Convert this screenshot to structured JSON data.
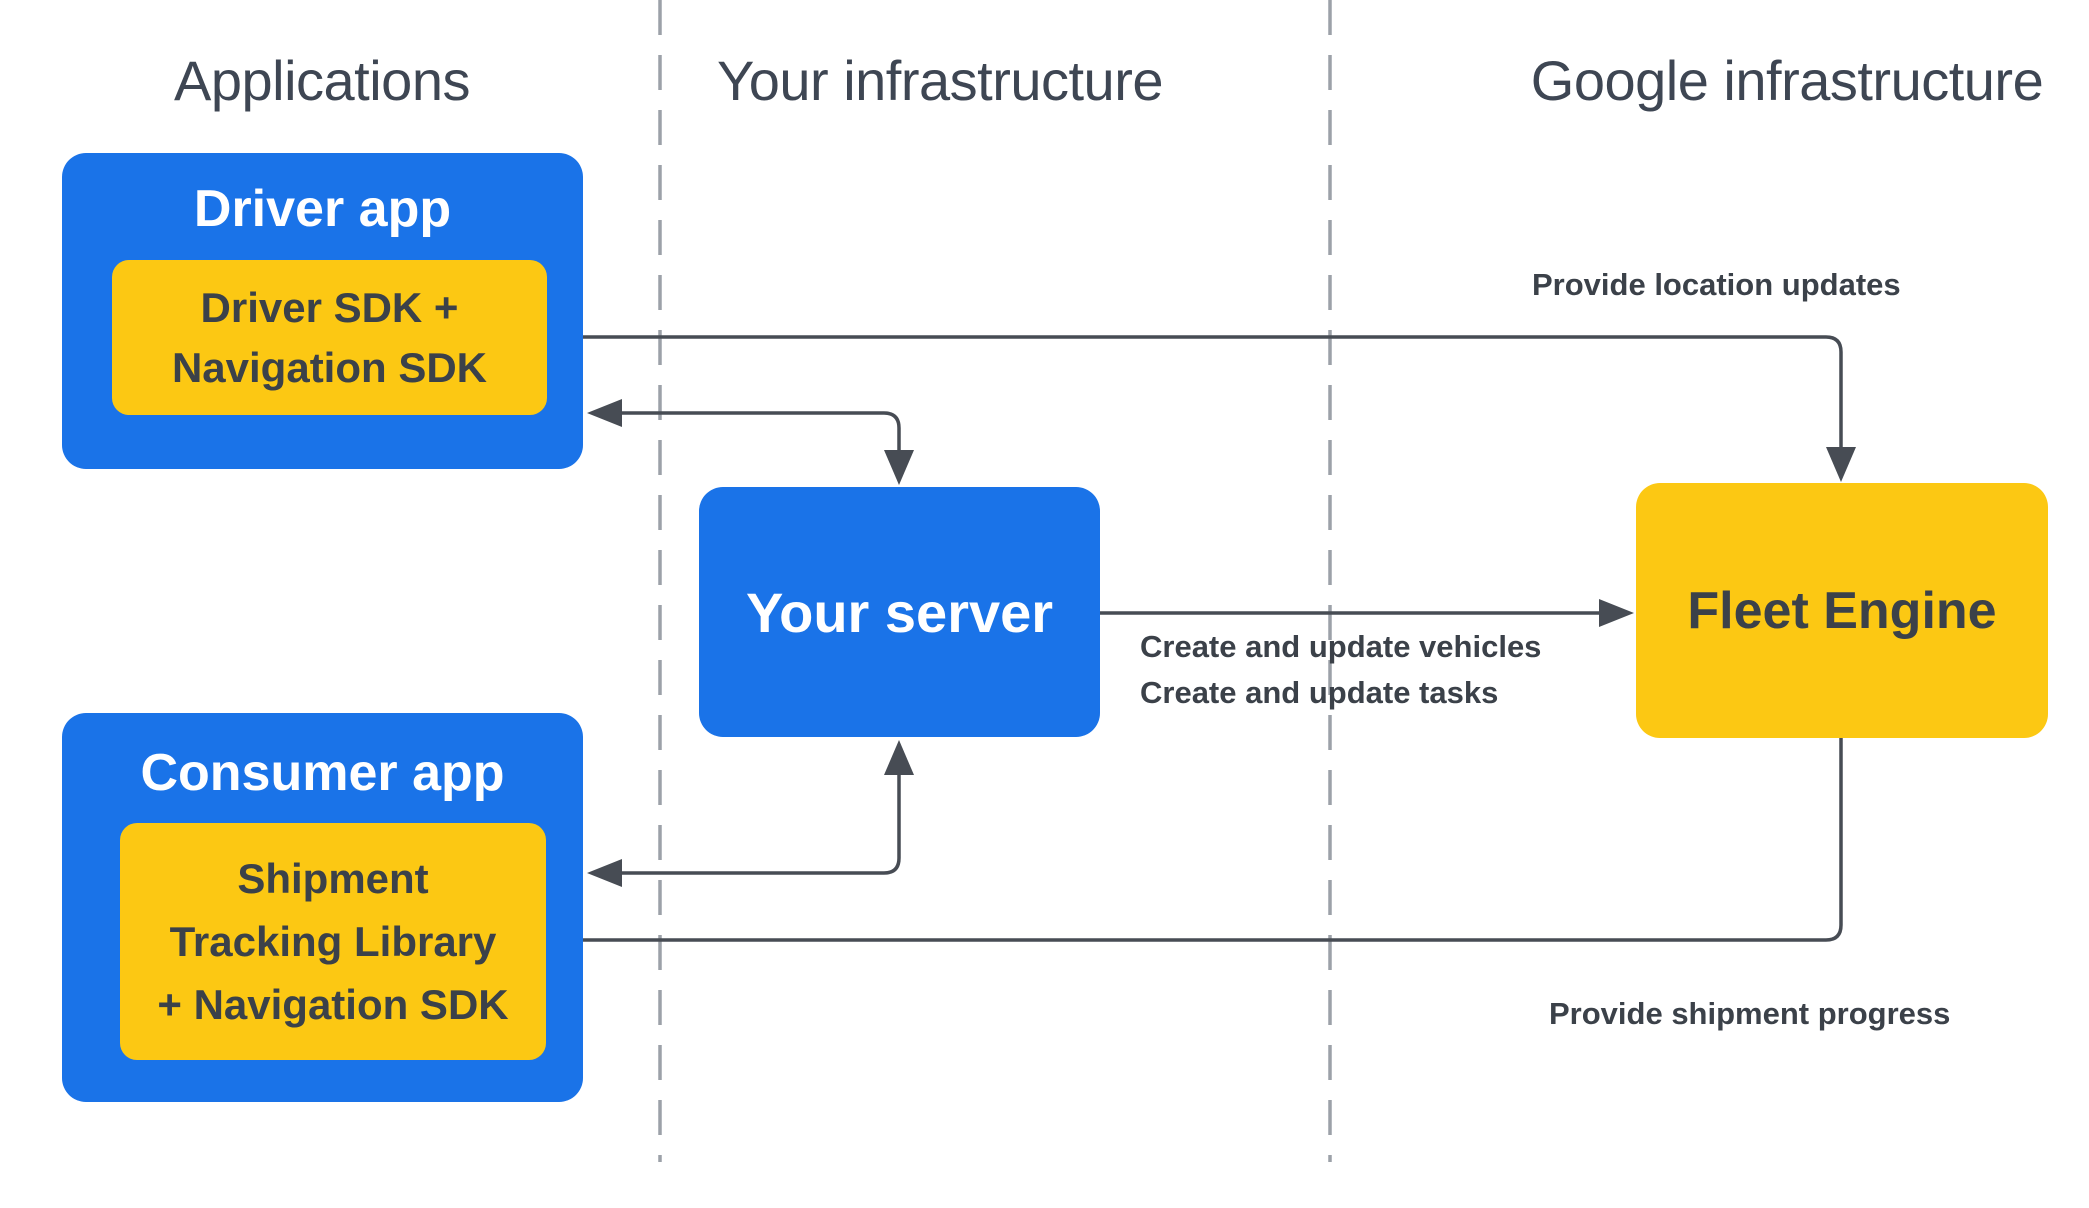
{
  "columns": [
    {
      "id": "applications",
      "label": "Applications"
    },
    {
      "id": "your-infrastructure",
      "label": "Your infrastructure"
    },
    {
      "id": "google-infrastructure",
      "label": "Google infrastructure"
    }
  ],
  "nodes": {
    "driver_app": {
      "title": "Driver app",
      "sdk_lines": [
        "Driver SDK +",
        "Navigation SDK"
      ]
    },
    "consumer_app": {
      "title": "Consumer app",
      "sdk_lines": [
        "Shipment",
        "Tracking Library",
        "+ Navigation SDK"
      ]
    },
    "your_server": {
      "title": "Your server"
    },
    "fleet_engine": {
      "title": "Fleet Engine"
    }
  },
  "connections": [
    {
      "name": "fleet-engine-driver-sdk",
      "label": "Provide location updates",
      "from": "Fleet Engine",
      "to": "Driver SDK + Navigation SDK",
      "arrows": "both"
    },
    {
      "name": "your-server-driver-app",
      "label": "",
      "from": "Your server",
      "to": "Driver app",
      "arrows": "both"
    },
    {
      "name": "your-server-fleet-engine",
      "label_lines": [
        "Create and update vehicles",
        "Create and update tasks"
      ],
      "from": "Your server",
      "to": "Fleet Engine",
      "arrows": "end"
    },
    {
      "name": "your-server-consumer-app",
      "label": "",
      "from": "Your server",
      "to": "Consumer app",
      "arrows": "both"
    },
    {
      "name": "fleet-engine-shipment-library",
      "label": "Provide shipment progress",
      "from": "Fleet Engine",
      "to": "Shipment Tracking Library + Navigation SDK",
      "arrows": "end"
    }
  ],
  "colors": {
    "blue": "#1A73E8",
    "yellow": "#FCC813",
    "arrow": "#474C54",
    "text-dark": "#3B4149",
    "header": "#3E4653",
    "dashed": "#9CA1A8",
    "white": "#FFFFFF",
    "bg": "#FFFFFF"
  }
}
